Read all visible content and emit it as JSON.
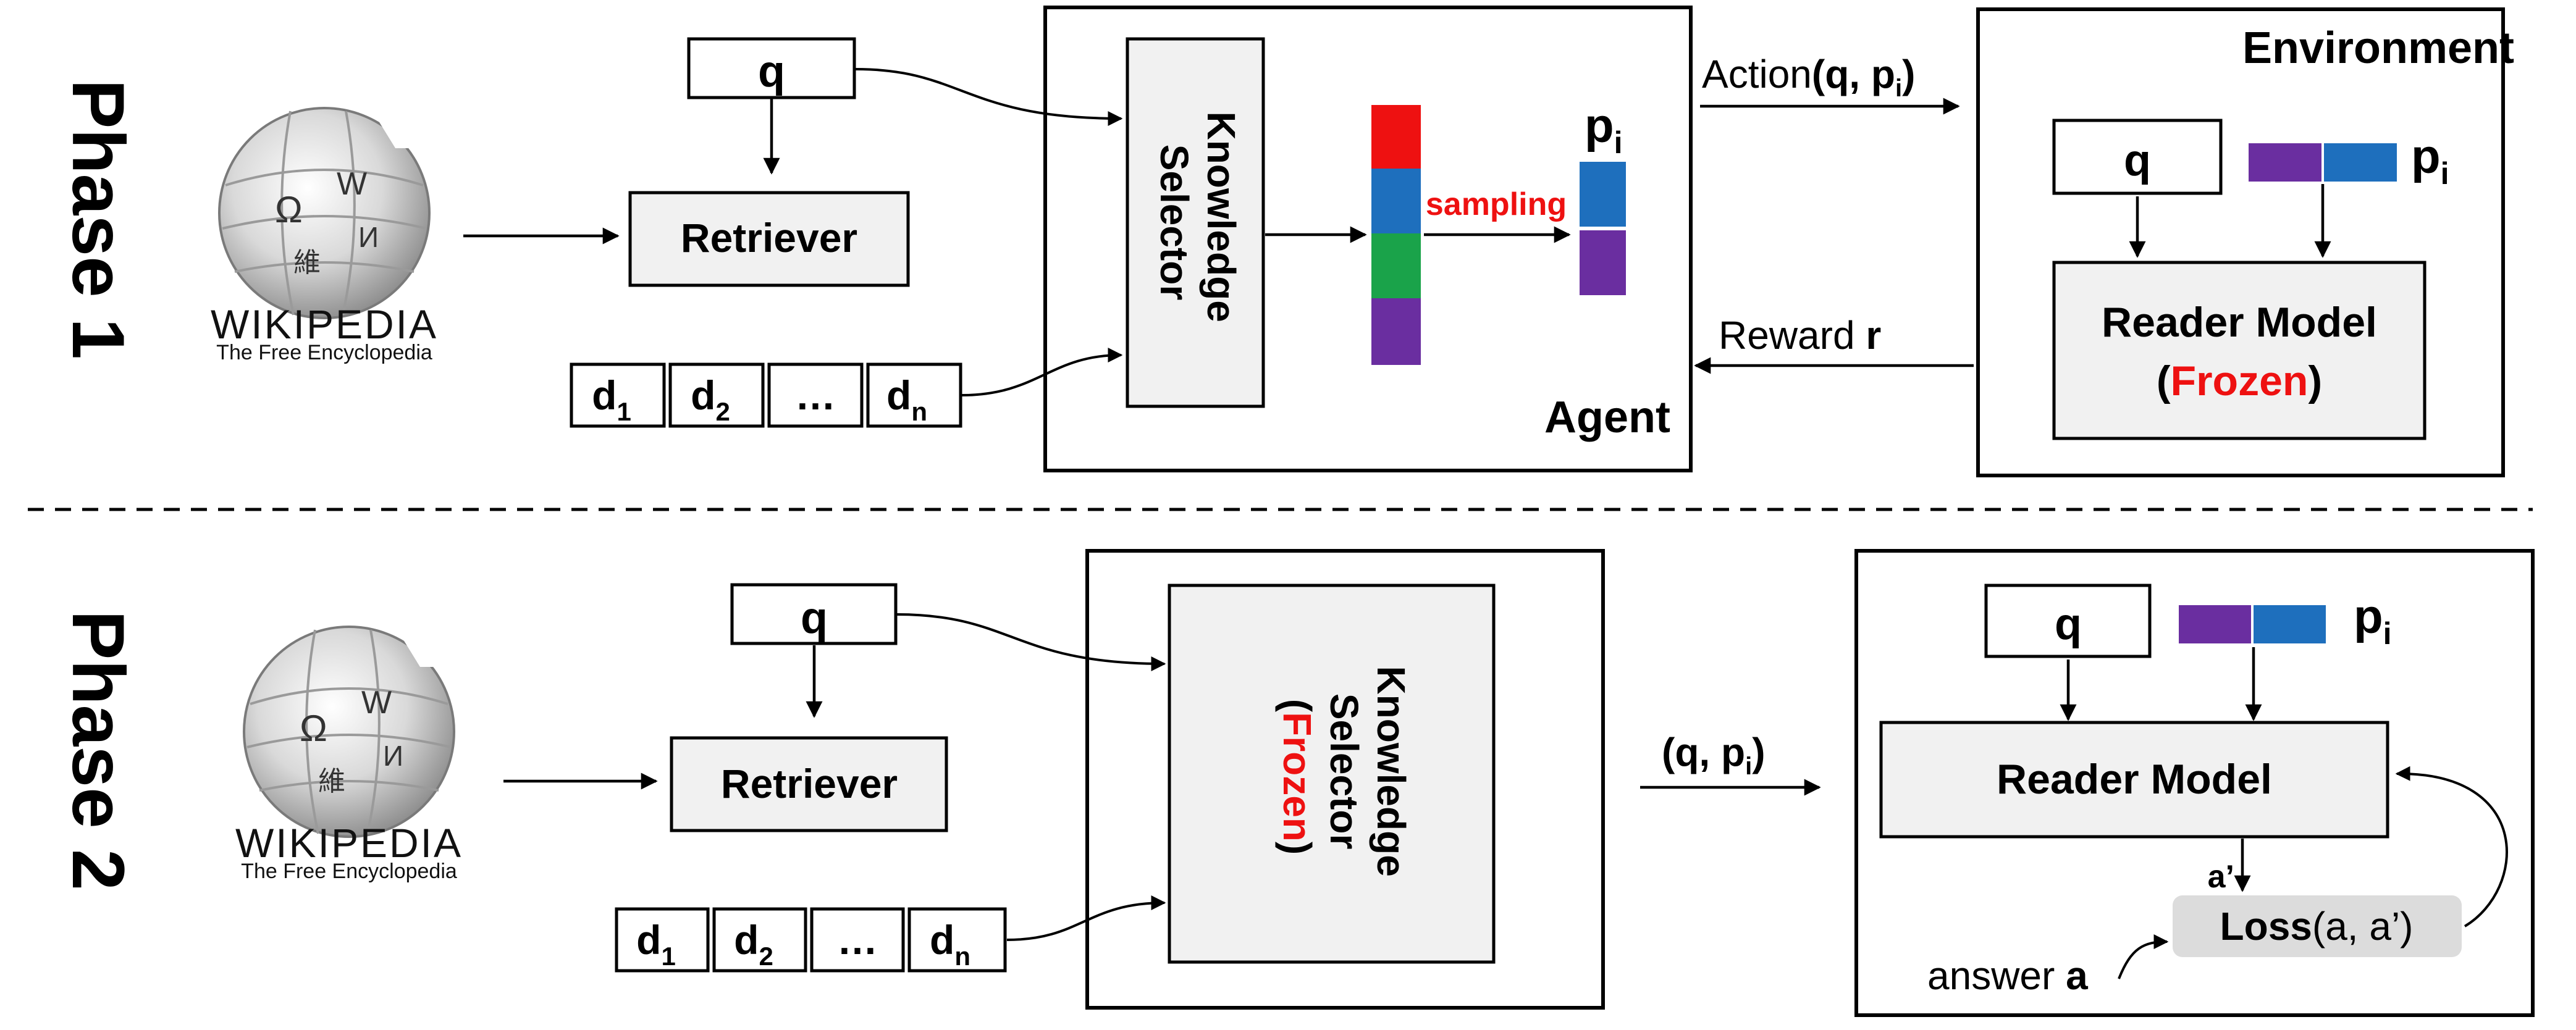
{
  "phase1": {
    "phase_label": "Phase 1",
    "query": "q",
    "retriever": "Retriever",
    "docs": [
      {
        "main": "d",
        "sub": "1"
      },
      {
        "main": "d",
        "sub": "2"
      },
      {
        "main": "…",
        "sub": ""
      },
      {
        "main": "d",
        "sub": "n"
      }
    ],
    "wikipedia": {
      "wordmark": "WIKIPEDIA",
      "tagline": "The Free Encyclopedia"
    },
    "selector_line1": "Knowledge",
    "selector_line2": "Selector",
    "sampling": "sampling",
    "p_main": "p",
    "p_sub": "i",
    "agent": "Agent",
    "action_prefix": "Action",
    "action_args_1": "(q, p",
    "action_sub": "i",
    "action_args_2": ")",
    "reward_prefix": "Reward ",
    "reward_var": "r",
    "environment": "Environment",
    "env_query": "q",
    "reader_line1": "Reader Model",
    "reader_open": "(",
    "reader_frozen": "Frozen",
    "reader_close": ")"
  },
  "phase2": {
    "phase_label": "Phase 2",
    "query": "q",
    "retriever": "Retriever",
    "docs": [
      {
        "main": "d",
        "sub": "1"
      },
      {
        "main": "d",
        "sub": "2"
      },
      {
        "main": "…",
        "sub": ""
      },
      {
        "main": "d",
        "sub": "n"
      }
    ],
    "wikipedia": {
      "wordmark": "WIKIPEDIA",
      "tagline": "The Free Encyclopedia"
    },
    "selector_line1": "Knowledge",
    "selector_line2": "Selector",
    "selector_open": "(",
    "selector_frozen": "Frozen",
    "selector_close": ")",
    "pair_1": "(q, p",
    "pair_sub": "i",
    "pair_2": ")",
    "env_query": "q",
    "p_main": "p",
    "p_sub": "i",
    "reader": "Reader Model",
    "a_prime": "a’",
    "loss_word": "Loss",
    "loss_args": "(a, a’)",
    "answer_word": "answer ",
    "answer_var": "a"
  },
  "colors": {
    "red": "#ee1111",
    "blue": "#1e6fbd",
    "green": "#1aa34a",
    "purple": "#6a2ea0",
    "box_fill": "#f1f1f1",
    "loss_fill": "#dcdcdc"
  }
}
